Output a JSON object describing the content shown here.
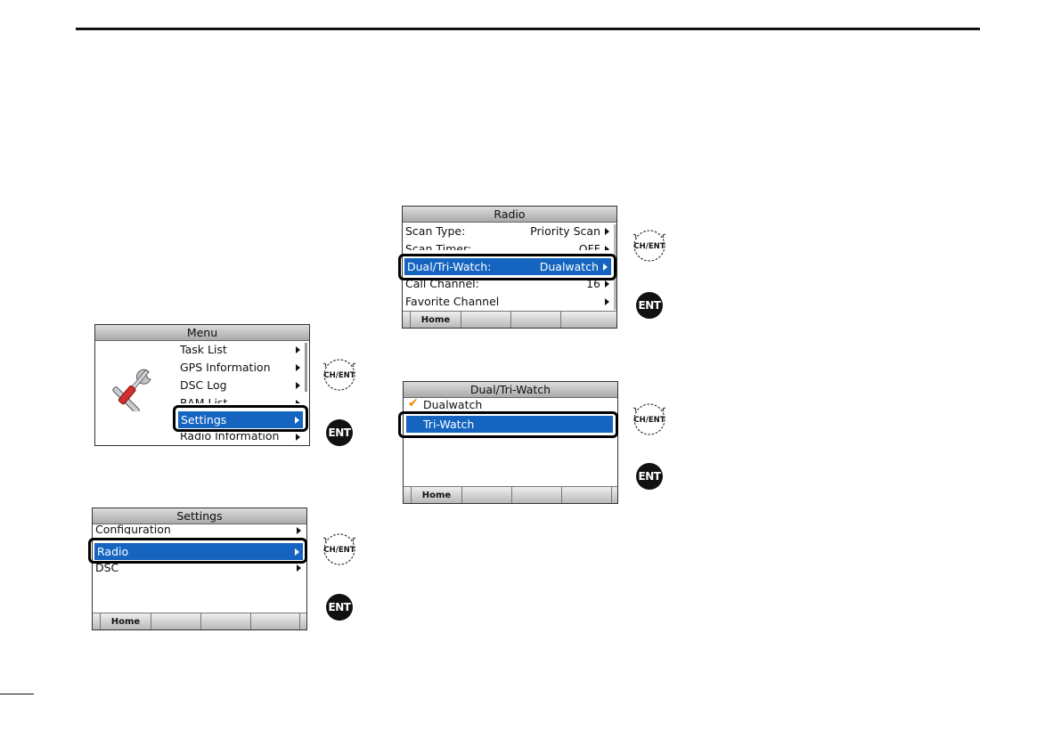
{
  "knob_label": "CH/ENT",
  "ent_label": "ENT",
  "menu": {
    "title": "Menu",
    "items": [
      "Task List",
      "GPS Information",
      "DSC Log",
      "RAM List",
      "Settings",
      "Radio Information"
    ],
    "icon": "tools-icon"
  },
  "settings": {
    "title": "Settings",
    "items": [
      "Configuration",
      "Radio",
      "DSC"
    ],
    "softkey": "Home"
  },
  "radio": {
    "title": "Radio",
    "items": [
      {
        "label": "Scan Type:",
        "value": "Priority Scan"
      },
      {
        "label": "Scan Timer:",
        "value": "OFF"
      },
      {
        "label": "Dual/Tri-Watch:",
        "value": "Dualwatch"
      },
      {
        "label": "Call Channel:",
        "value": "16"
      },
      {
        "label": "Favorite Channel",
        "value": ""
      }
    ],
    "softkey": "Home"
  },
  "dualtri": {
    "title": "Dual/Tri-Watch",
    "items": [
      "Dualwatch",
      "Tri-Watch"
    ],
    "softkey": "Home"
  },
  "colors": {
    "highlight": "#1565c0",
    "check": "#f08c00"
  }
}
